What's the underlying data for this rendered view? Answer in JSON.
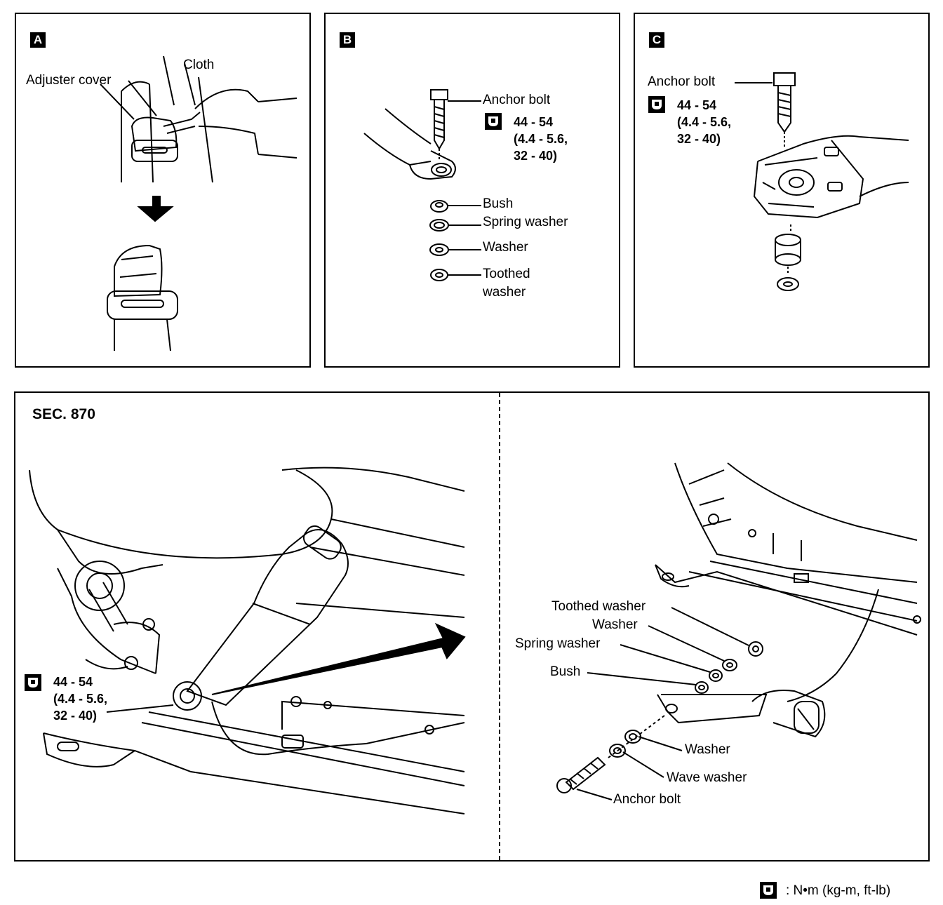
{
  "panel_a": {
    "tag": "A",
    "labels": {
      "adjuster_cover": "Adjuster cover",
      "cloth": "Cloth"
    }
  },
  "panel_b": {
    "tag": "B",
    "labels": {
      "anchor_bolt": "Anchor bolt",
      "bush": "Bush",
      "spring_washer": "Spring washer",
      "washer": "Washer",
      "toothed_washer_1": "Toothed",
      "toothed_washer_2": "washer"
    },
    "torque": {
      "line1": "44 - 54",
      "line2": "(4.4 - 5.6,",
      "line3": "32 - 40)"
    }
  },
  "panel_c": {
    "tag": "C",
    "labels": {
      "anchor_bolt": "Anchor bolt"
    },
    "torque": {
      "line1": "44 - 54",
      "line2": "(4.4 - 5.6,",
      "line3": "32 - 40)"
    }
  },
  "panel_main": {
    "section": "SEC. 870",
    "torque": {
      "line1": "44 - 54",
      "line2": "(4.4 - 5.6,",
      "line3": "32 - 40)"
    },
    "labels": {
      "toothed_washer": "Toothed washer",
      "washer_upper": "Washer",
      "spring_washer": "Spring washer",
      "bush": "Bush",
      "washer_lower": "Washer",
      "wave_washer": "Wave washer",
      "anchor_bolt": "Anchor bolt"
    }
  },
  "legend": {
    "units": ": N•m (kg-m, ft-lb)"
  },
  "icons": [
    "torque-wrench-icon",
    "down-arrow-icon"
  ]
}
